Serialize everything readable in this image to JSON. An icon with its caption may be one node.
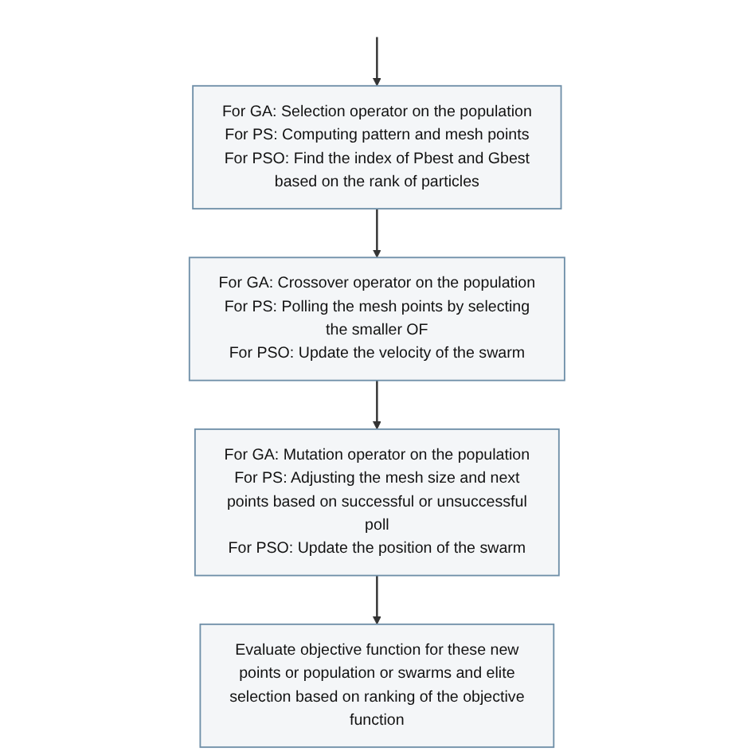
{
  "diagram": {
    "nodes": [
      {
        "text": [
          "For GA: Selection operator on the population",
          "For PS: Computing pattern and mesh points",
          "For PSO: Find the index of Pbest and Gbest based on the rank of particles"
        ]
      },
      {
        "text": [
          "For GA: Crossover operator on the population",
          "For PS: Polling the mesh points by selecting the smaller OF",
          "For PSO: Update the velocity of the swarm"
        ]
      },
      {
        "text": [
          "For GA: Mutation operator on the population",
          "For PS: Adjusting the mesh size and next points based on successful or unsuccessful poll",
          "For PSO: Update the position of the swarm"
        ]
      },
      {
        "text": [
          "Evaluate objective function for these new points or population or swarms and elite selection based on ranking of the objective function"
        ]
      }
    ],
    "edges": [
      {
        "from": 0,
        "to": 1,
        "arrow": "to"
      },
      {
        "from": 1,
        "to": 2,
        "arrow": "to"
      },
      {
        "from": 2,
        "to": 3,
        "arrow": "to"
      },
      {
        "from": null,
        "to": 0,
        "arrow": "to"
      }
    ]
  }
}
